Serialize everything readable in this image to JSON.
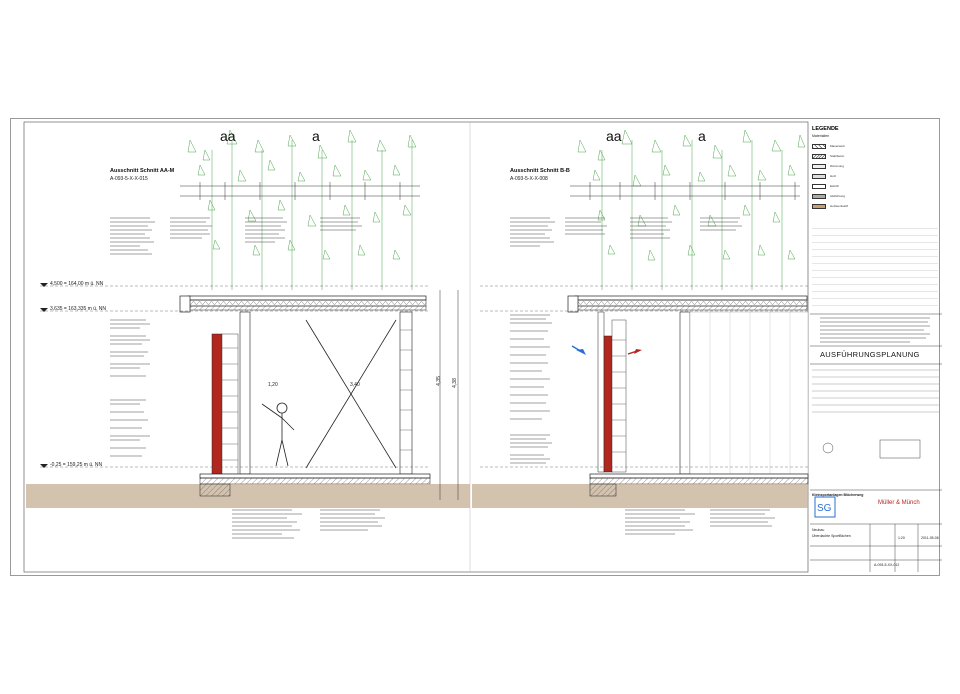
{
  "sections": [
    {
      "marker_left": "aa",
      "marker_right": "a",
      "title": "Ausschnitt Schnitt AA-M",
      "code": "A-093-5-X-X-015"
    },
    {
      "marker_left": "aa",
      "marker_right": "a",
      "title": "Ausschnitt Schnitt B-B",
      "code": "A-093-5-X-X-008"
    }
  ],
  "levels": [
    {
      "text": "4,500 = 164,00 m ü. NN"
    },
    {
      "text": "3,635 = 163,335 m ü. NN"
    },
    {
      "text": "-0,25 = 159,25 m ü. NN"
    }
  ],
  "dims": {
    "d120": "1,20",
    "d340": "3,40",
    "d435": "4,35",
    "d438": "4,38"
  },
  "legend": {
    "title": "LEGENDE",
    "subtitle": "Materialien",
    "rows": [
      "Mauerwerk",
      "Stahlbeton",
      "Dämmung",
      "Holz",
      "Estrich",
      "Abdichtung",
      "Holzwerkstoff"
    ]
  },
  "titleblock": {
    "heading": "AUSFÜHRUNGSPLANUNG",
    "client": "Kleinsportanlagen Blöcherweg",
    "company": "Müller & Münch",
    "project_line1": "Neubau",
    "project_line2": "Überdachte Sportflächen",
    "scale": "1:20",
    "date": "2011-05-06",
    "drawing_no": "A-093-5-XX-012"
  },
  "colors": {
    "brick": "#b3261e",
    "tree": "#3a9a3a",
    "ground": "#c8b49a",
    "blue_arrow": "#2a6fd6",
    "red_arrow": "#b3261e"
  }
}
